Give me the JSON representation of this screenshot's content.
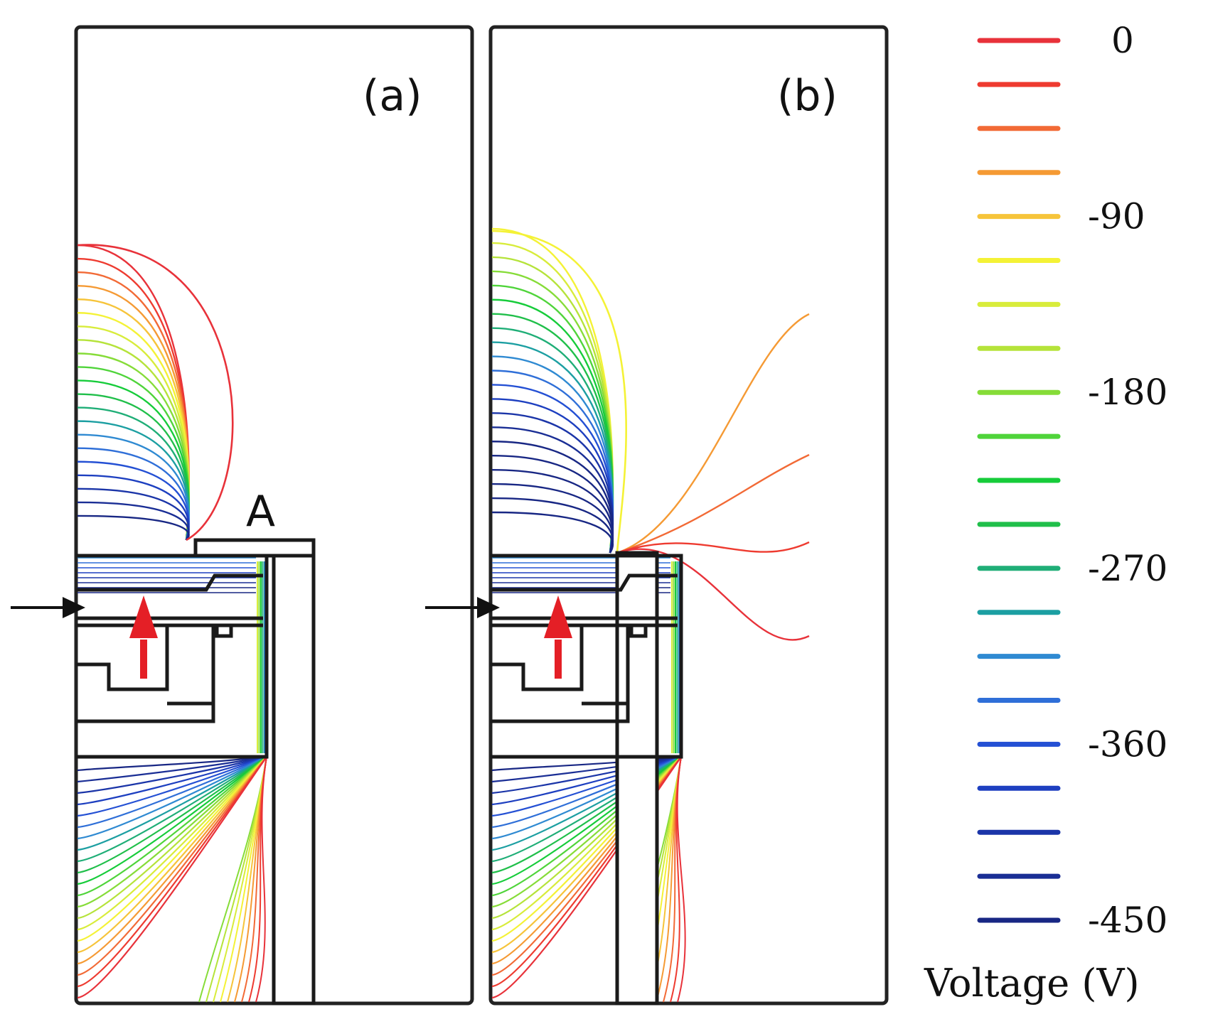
{
  "panels": [
    {
      "id": "a",
      "label": "(a)",
      "annotation": "A"
    },
    {
      "id": "b",
      "label": "(b)",
      "annotation": ""
    }
  ],
  "colorbar": {
    "title": "Voltage (V)",
    "min": -450,
    "max": 0,
    "levels": 21,
    "tick_labels": [
      "0",
      "-90",
      "-180",
      "-270",
      "-360",
      "-450"
    ],
    "tick_values": [
      0,
      -90,
      -180,
      -270,
      -360,
      -450
    ],
    "colors": [
      "#e8323a",
      "#ee3b30",
      "#f26a36",
      "#f59a34",
      "#f6c43a",
      "#f4f236",
      "#d8ec3b",
      "#b5e33a",
      "#86dc38",
      "#4fd43a",
      "#16cc3a",
      "#20bf4a",
      "#1fae77",
      "#1c9fa2",
      "#2f8ad2",
      "#2f6fd8",
      "#2450d4",
      "#1d3fc0",
      "#1b35a8",
      "#1a2e95",
      "#182784"
    ]
  }
}
